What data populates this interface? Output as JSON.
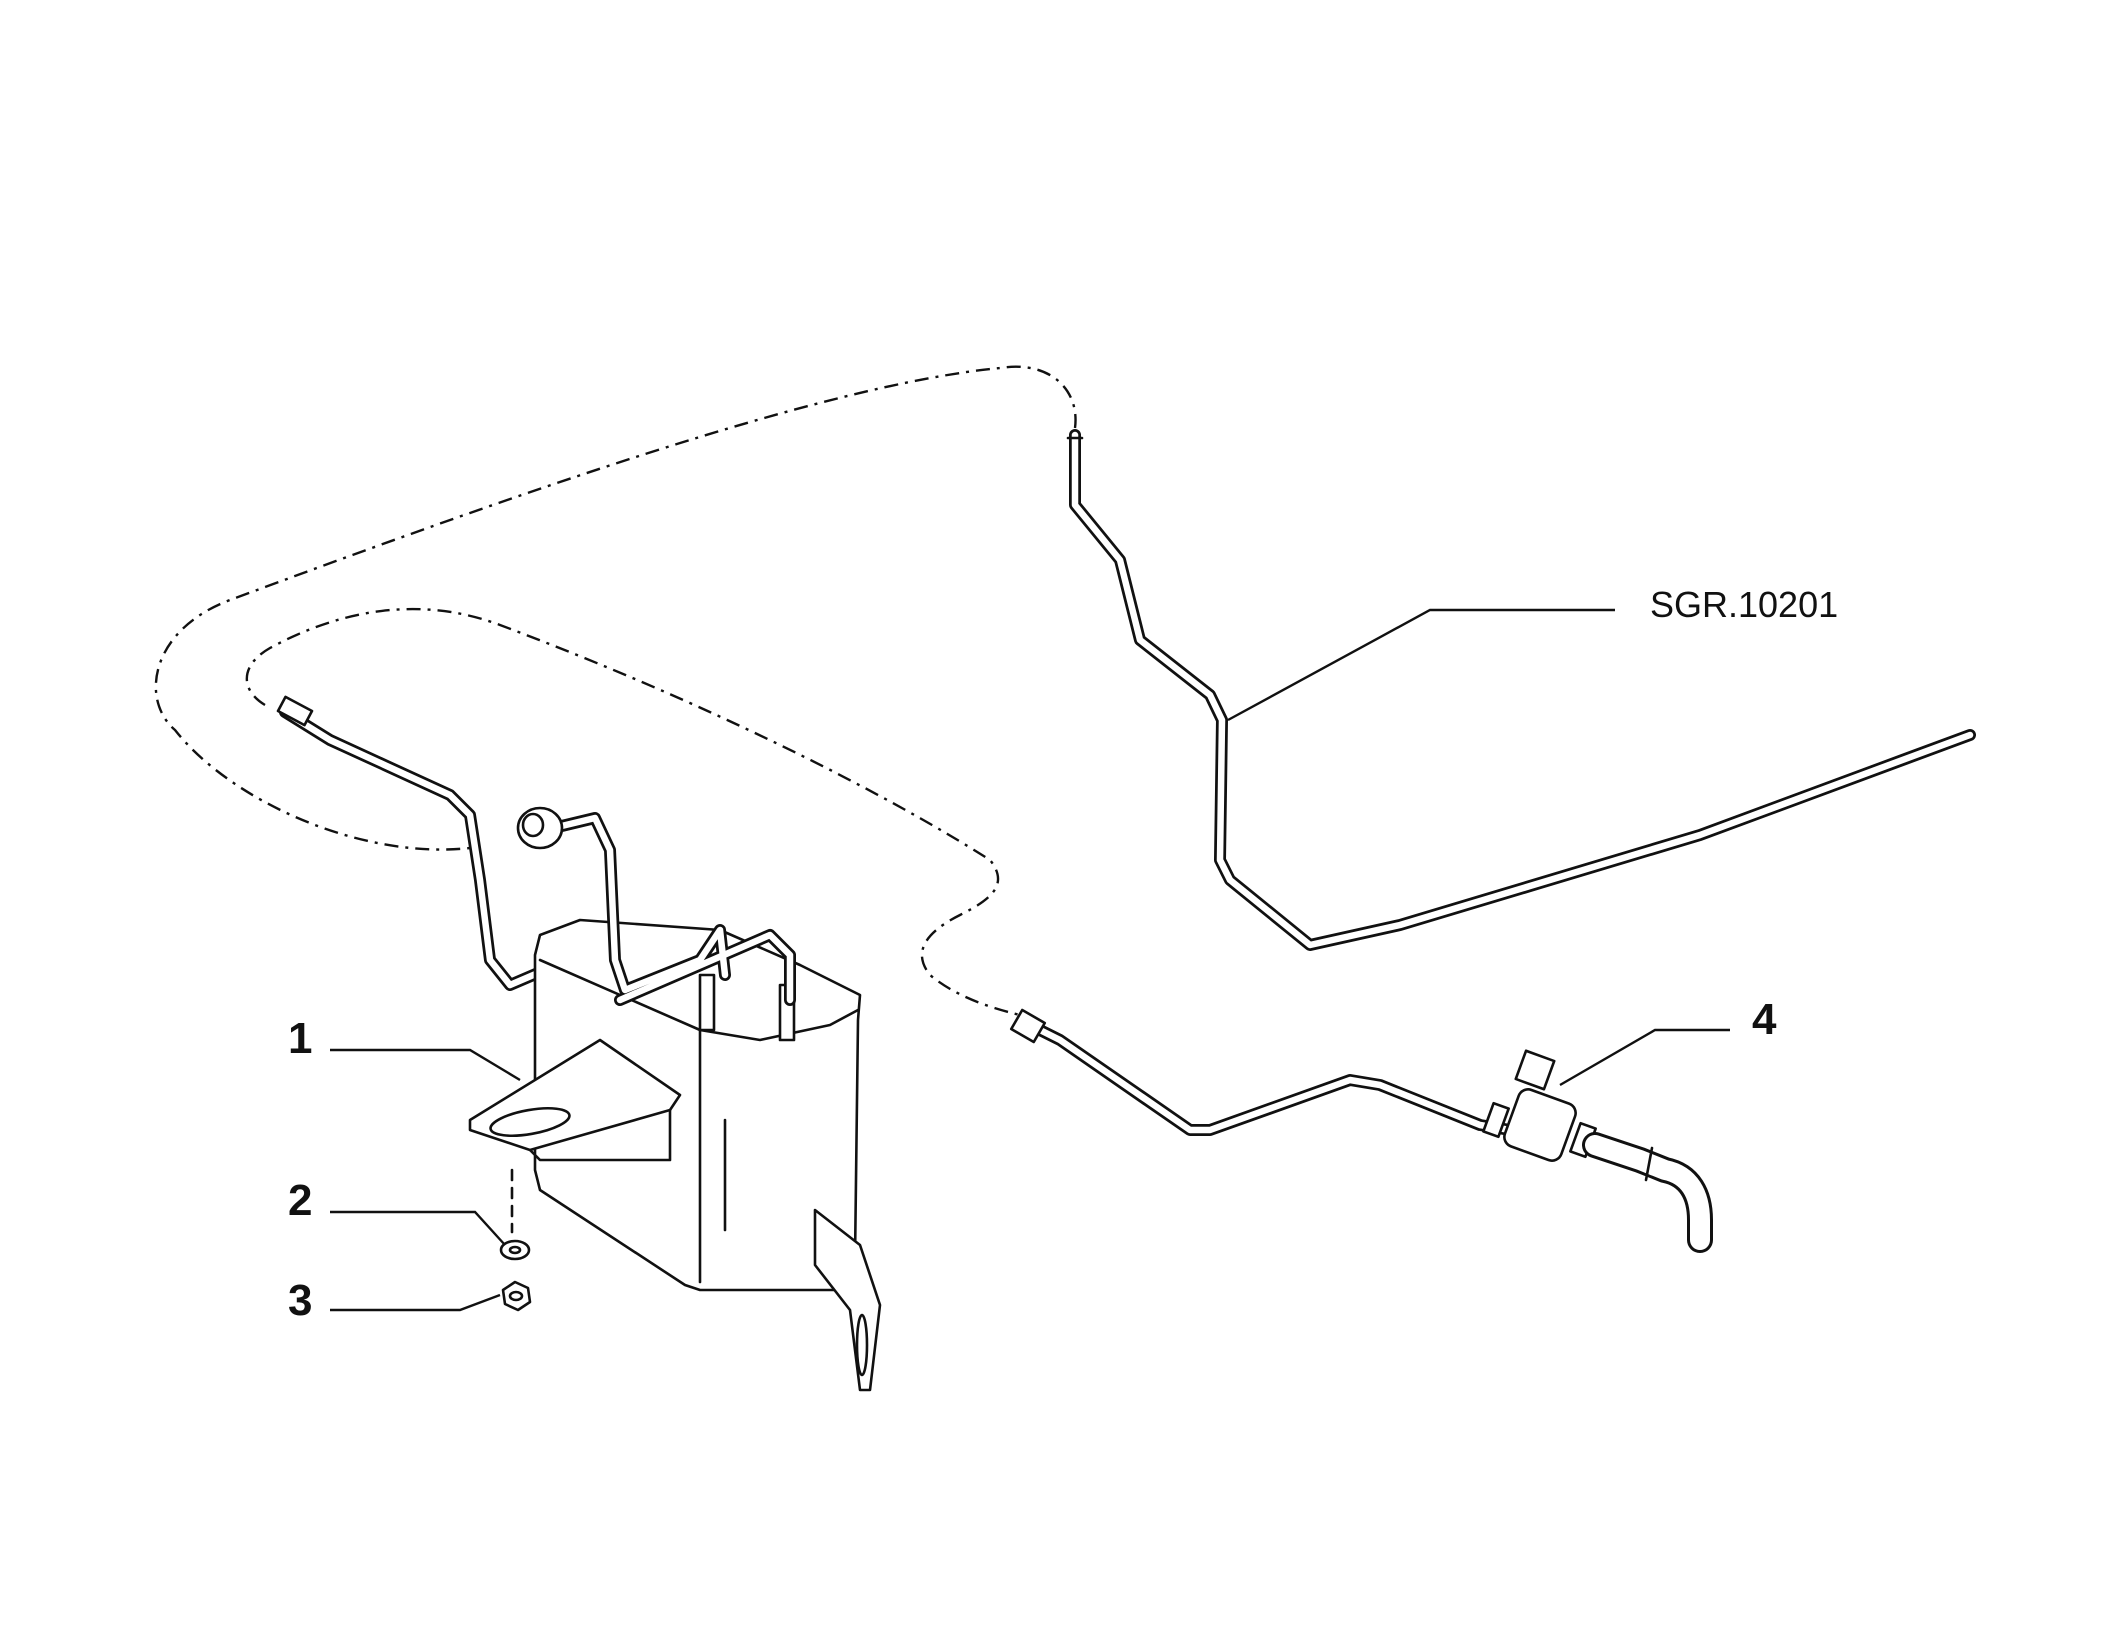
{
  "diagram": {
    "callouts": [
      {
        "id": "1",
        "label": "1"
      },
      {
        "id": "2",
        "label": "2"
      },
      {
        "id": "3",
        "label": "3"
      },
      {
        "id": "4",
        "label": "4"
      }
    ],
    "reference_label": "SGR.10201"
  }
}
